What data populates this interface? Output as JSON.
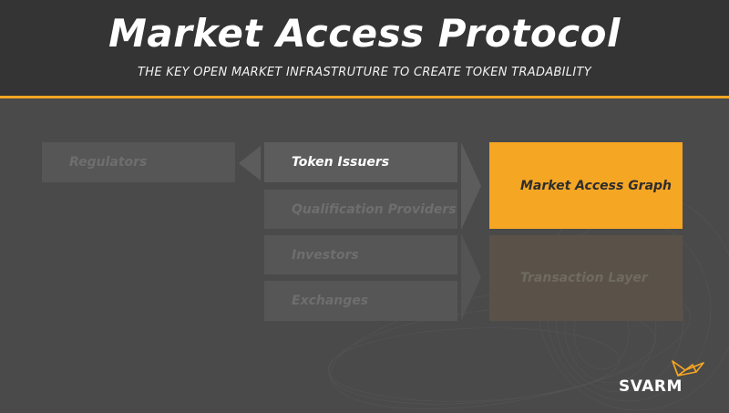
{
  "header": {
    "title": "Market Access Protocol",
    "subtitle": "THE KEY OPEN MARKET INFRASTRUTURE TO CREATE TOKEN TRADABILITY"
  },
  "diagram": {
    "regulators": "Regulators",
    "participants": [
      "Token Issuers",
      "Qualification Providers",
      "Investors",
      "Exchanges"
    ],
    "market_access_graph": "Market Access Graph",
    "transaction_layer": "Transaction Layer"
  },
  "logo": {
    "text": "SVARM"
  },
  "colors": {
    "accent": "#f5a623",
    "header_bg": "#343434",
    "body_bg": "#4a4a4a"
  }
}
